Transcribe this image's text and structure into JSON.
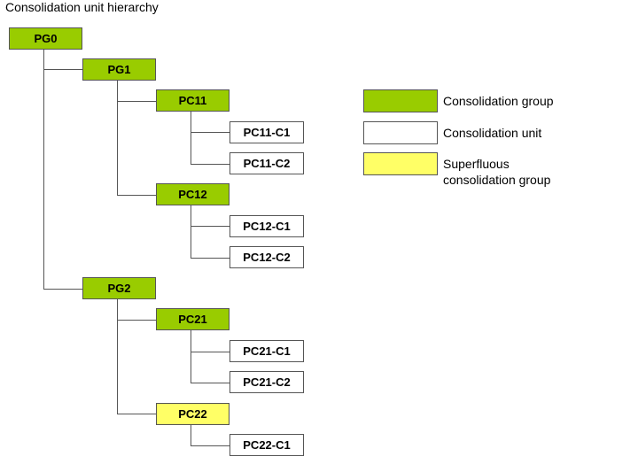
{
  "title": "Consolidation unit hierarchy",
  "nodes": {
    "pg0": {
      "label": "PG0",
      "type": "group"
    },
    "pg1": {
      "label": "PG1",
      "type": "group"
    },
    "pc11": {
      "label": "PC11",
      "type": "group"
    },
    "pc11_c1": {
      "label": "PC11-C1",
      "type": "unit"
    },
    "pc11_c2": {
      "label": "PC11-C2",
      "type": "unit"
    },
    "pc12": {
      "label": "PC12",
      "type": "group"
    },
    "pc12_c1": {
      "label": "PC12-C1",
      "type": "unit"
    },
    "pc12_c2": {
      "label": "PC12-C2",
      "type": "unit"
    },
    "pg2": {
      "label": "PG2",
      "type": "group"
    },
    "pc21": {
      "label": "PC21",
      "type": "group"
    },
    "pc21_c1": {
      "label": "PC21-C1",
      "type": "unit"
    },
    "pc21_c2": {
      "label": "PC21-C2",
      "type": "unit"
    },
    "pc22": {
      "label": "PC22",
      "type": "superfluous"
    },
    "pc22_c1": {
      "label": "PC22-C1",
      "type": "unit"
    }
  },
  "legend": {
    "group": {
      "label": "Consolidation group",
      "color": "#99cc00"
    },
    "unit": {
      "label": "Consolidation unit",
      "color": "#ffffff"
    },
    "superfluous": {
      "label_line1": "Superfluous",
      "label_line2": "consolidation group",
      "color": "#ffff66"
    }
  }
}
